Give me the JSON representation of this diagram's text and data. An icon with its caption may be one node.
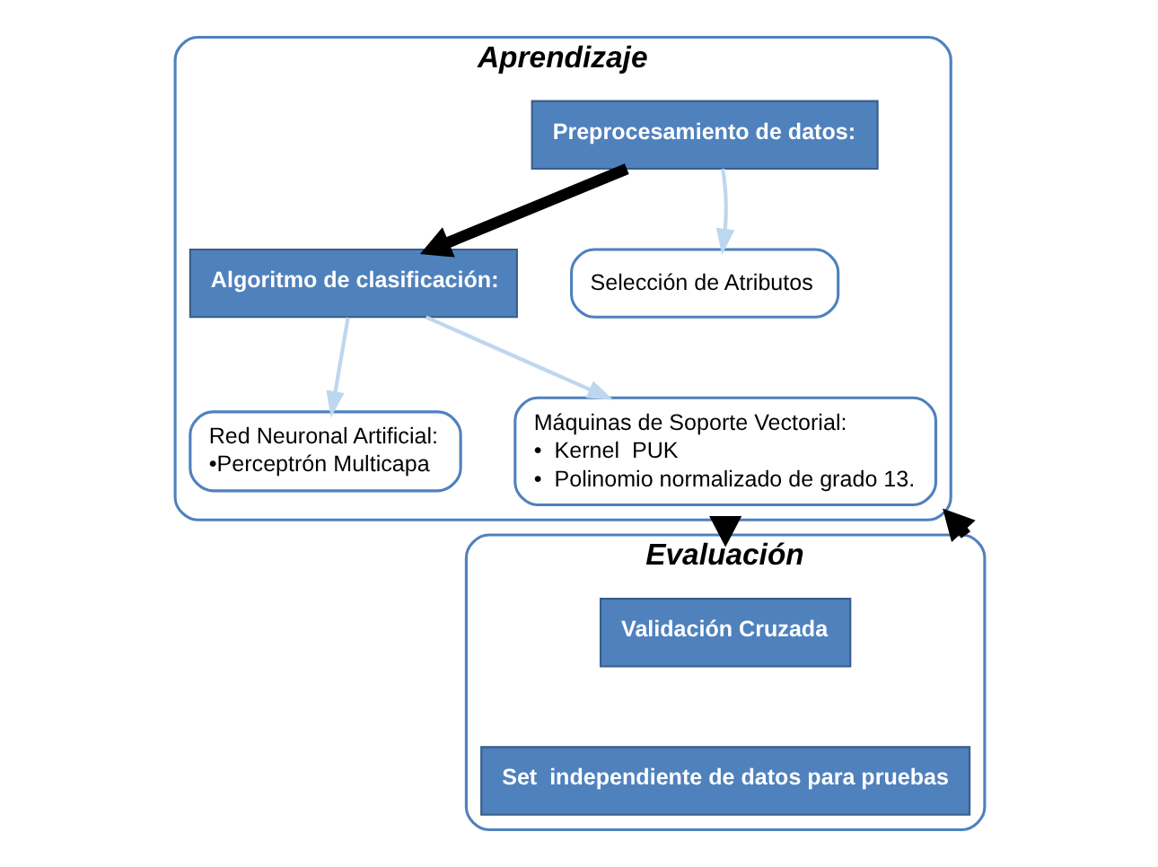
{
  "diagram": {
    "nodes": [
      {
        "text": [
          "Aprendizaje"
        ]
      },
      {
        "text": [
          "Preprocesamiento de datos:"
        ],
        "in": 0
      },
      {
        "text": [
          "Algoritmo de clasificación:"
        ],
        "in": 0
      },
      {
        "text": [
          "Selección de Atributos"
        ],
        "in": 0
      },
      {
        "text": [
          "Red Neuronal Artificial:",
          "•Perceptrón Multicapa"
        ],
        "in": 0
      },
      {
        "text": [
          "Máquinas de Soporte Vectorial:",
          "•  Kernel  PUK",
          "•  Polinomio normalizado de grado 13."
        ],
        "in": 0
      },
      {
        "text": [
          "Evaluación"
        ]
      },
      {
        "text": [
          "Validación Cruzada"
        ],
        "in": 6
      },
      {
        "text": [
          "Set  independiente de datos para pruebas"
        ],
        "in": 6
      }
    ],
    "edges": [
      {
        "from": 1,
        "to": 2,
        "arrow": "to",
        "style": "thick",
        "color": "#000000"
      },
      {
        "from": 1,
        "to": 3,
        "arrow": "to",
        "color": "#bdd7ee"
      },
      {
        "from": 2,
        "to": 4,
        "arrow": "to",
        "color": "#bdd7ee"
      },
      {
        "from": 2,
        "to": 5,
        "arrow": "to",
        "color": "#bdd7ee"
      },
      {
        "from": 0,
        "to": 6,
        "arrow": "to",
        "style": "thick",
        "color": "#000000"
      },
      {
        "from": 6,
        "to": 0,
        "arrow": "to",
        "style": "thick",
        "color": "#000000"
      }
    ]
  }
}
